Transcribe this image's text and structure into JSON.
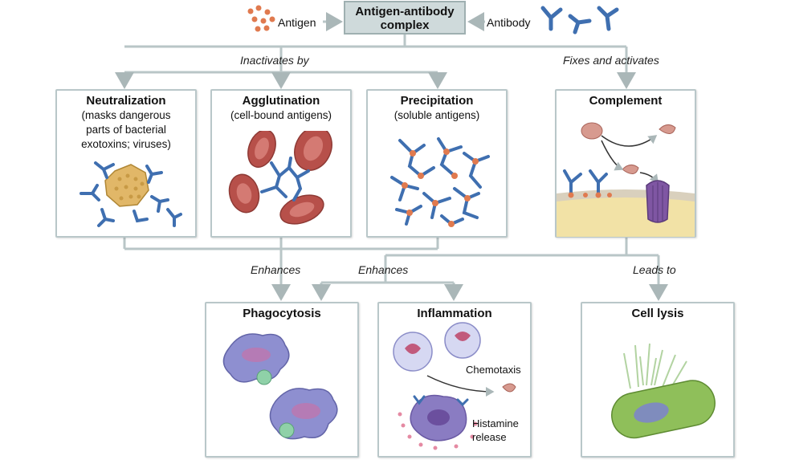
{
  "root": {
    "title": "Antigen-antibody complex"
  },
  "inputs": {
    "antigen": "Antigen",
    "antibody": "Antibody"
  },
  "edges": {
    "inactivates": "Inactivates by",
    "fixes": "Fixes and activates",
    "enhances_1": "Enhances",
    "enhances_2": "Enhances",
    "leads_to": "Leads to"
  },
  "boxes": {
    "neutralization": {
      "title": "Neutralization",
      "sub": [
        "(masks dangerous",
        "parts of bacterial",
        "exotoxins; viruses)"
      ]
    },
    "agglutination": {
      "title": "Agglutination",
      "sub": [
        "(cell-bound antigens)"
      ]
    },
    "precipitation": {
      "title": "Precipitation",
      "sub": [
        "(soluble antigens)"
      ]
    },
    "complement": {
      "title": "Complement"
    },
    "phagocytosis": {
      "title": "Phagocytosis"
    },
    "inflammation": {
      "title": "Inflammation",
      "chemotaxis": "Chemotaxis",
      "histamine": [
        "Histamine",
        "release"
      ]
    },
    "cell_lysis": {
      "title": "Cell lysis"
    }
  },
  "colors": {
    "antibody": "#3f6fb0",
    "antigen": "#e07a4f",
    "rbc": "#b7504a",
    "box_border": "#b9c7c9",
    "root_fill": "#cfdadb"
  }
}
